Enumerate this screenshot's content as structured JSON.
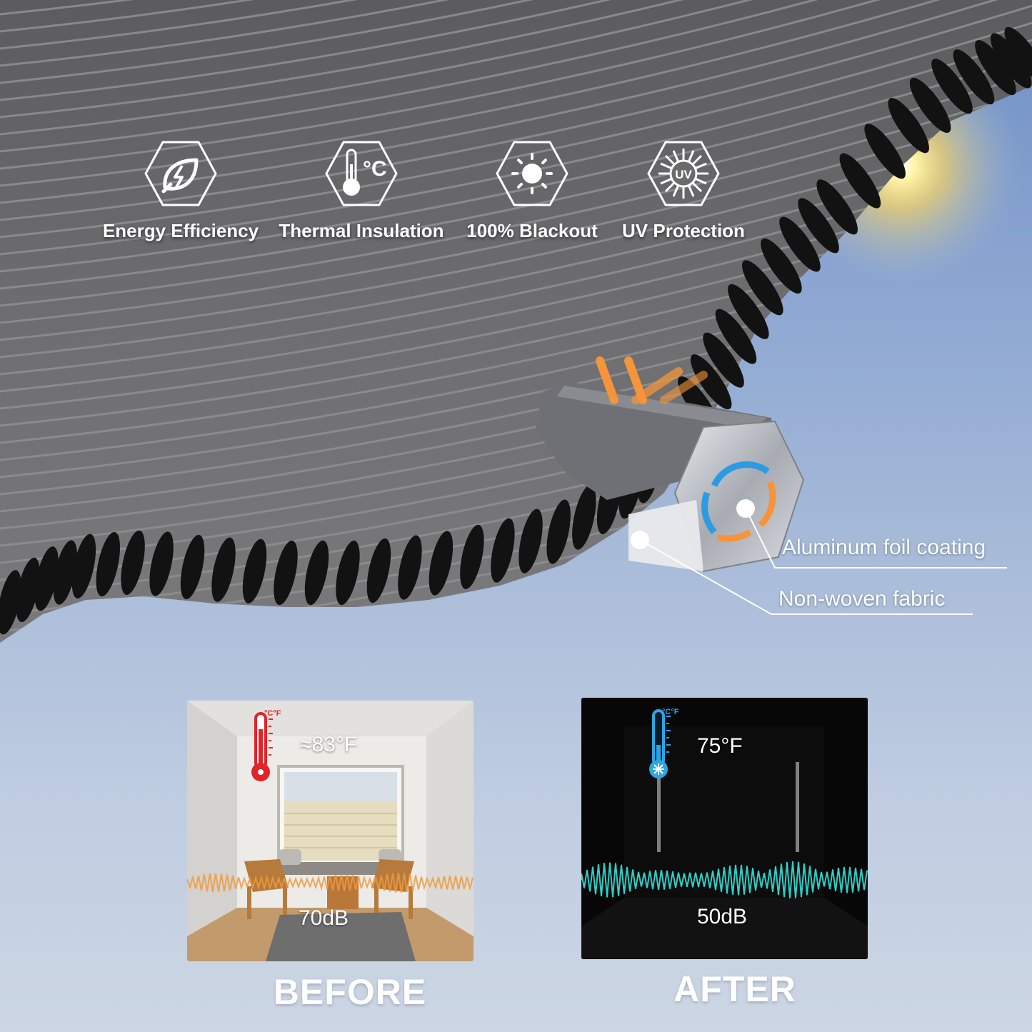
{
  "features": [
    {
      "icon": "leaf-bolt-icon",
      "label": "Energy Efficiency"
    },
    {
      "icon": "thermometer-celsius-icon",
      "label": "Thermal Insulation"
    },
    {
      "icon": "sun-icon",
      "label": "100% Blackout"
    },
    {
      "icon": "uv-sun-icon",
      "label": "UV Protection"
    }
  ],
  "callouts": {
    "aluminum": "Aluminum foil coating",
    "nonwoven": "Non-woven fabric"
  },
  "comparison": {
    "before": {
      "temperature": "≈83°F",
      "noise": "70dB",
      "label": "BEFORE",
      "unit_mark": "°C°F",
      "accent": "#e0242a"
    },
    "after": {
      "temperature": "75°F",
      "noise": "50dB",
      "label": "AFTER",
      "unit_mark": "°C°F",
      "accent": "#2aa6e6"
    }
  },
  "colors": {
    "shade_fabric": "#6b6b6b",
    "arrow_orange": "#f5943a",
    "arrow_blue": "#2c9be0",
    "sound_wave_warm": "#f09a3c",
    "sound_wave_cool": "#2bd0c8"
  }
}
